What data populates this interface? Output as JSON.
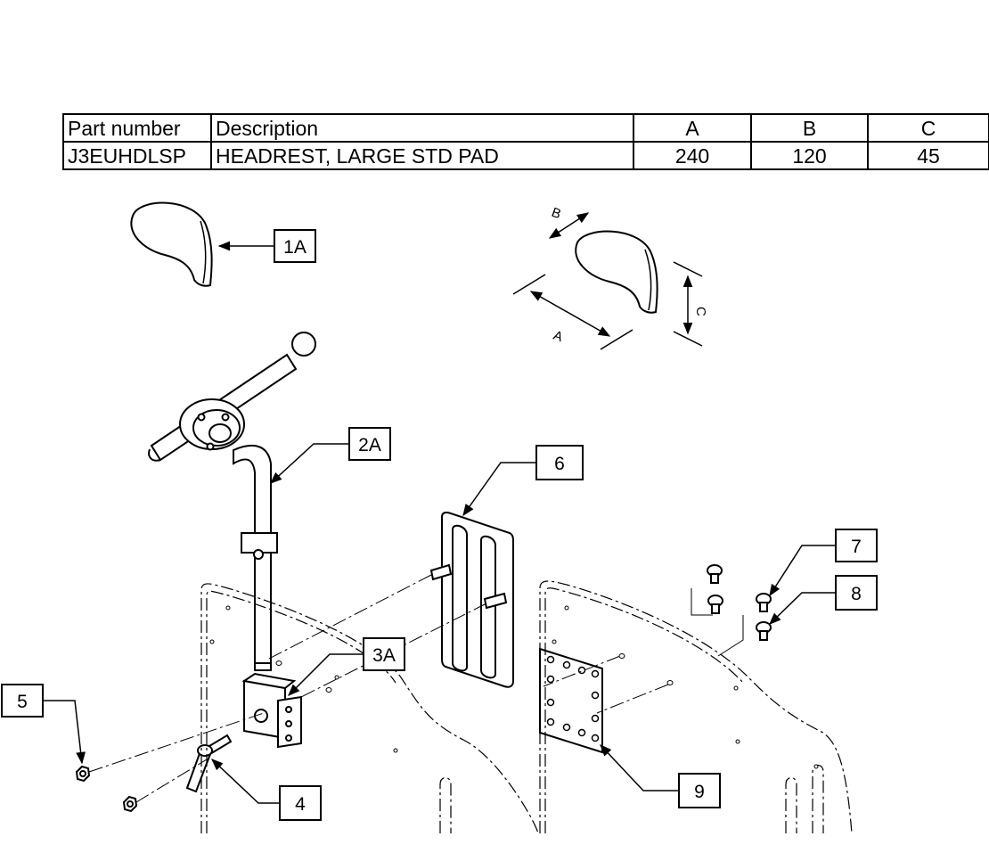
{
  "table": {
    "headers": [
      "Part number",
      "Description",
      "A",
      "B",
      "C"
    ],
    "rows": [
      [
        "J3EUHDLSP",
        "HEADREST, LARGE STD PAD",
        "240",
        "120",
        "45"
      ]
    ]
  },
  "dimensions": {
    "a": "A",
    "b": "B",
    "c": "C"
  },
  "callouts": {
    "c1A": "1A",
    "c2A": "2A",
    "c3A": "3A",
    "c4": "4",
    "c5": "5",
    "c6": "6",
    "c7": "7",
    "c8": "8",
    "c9": "9"
  }
}
